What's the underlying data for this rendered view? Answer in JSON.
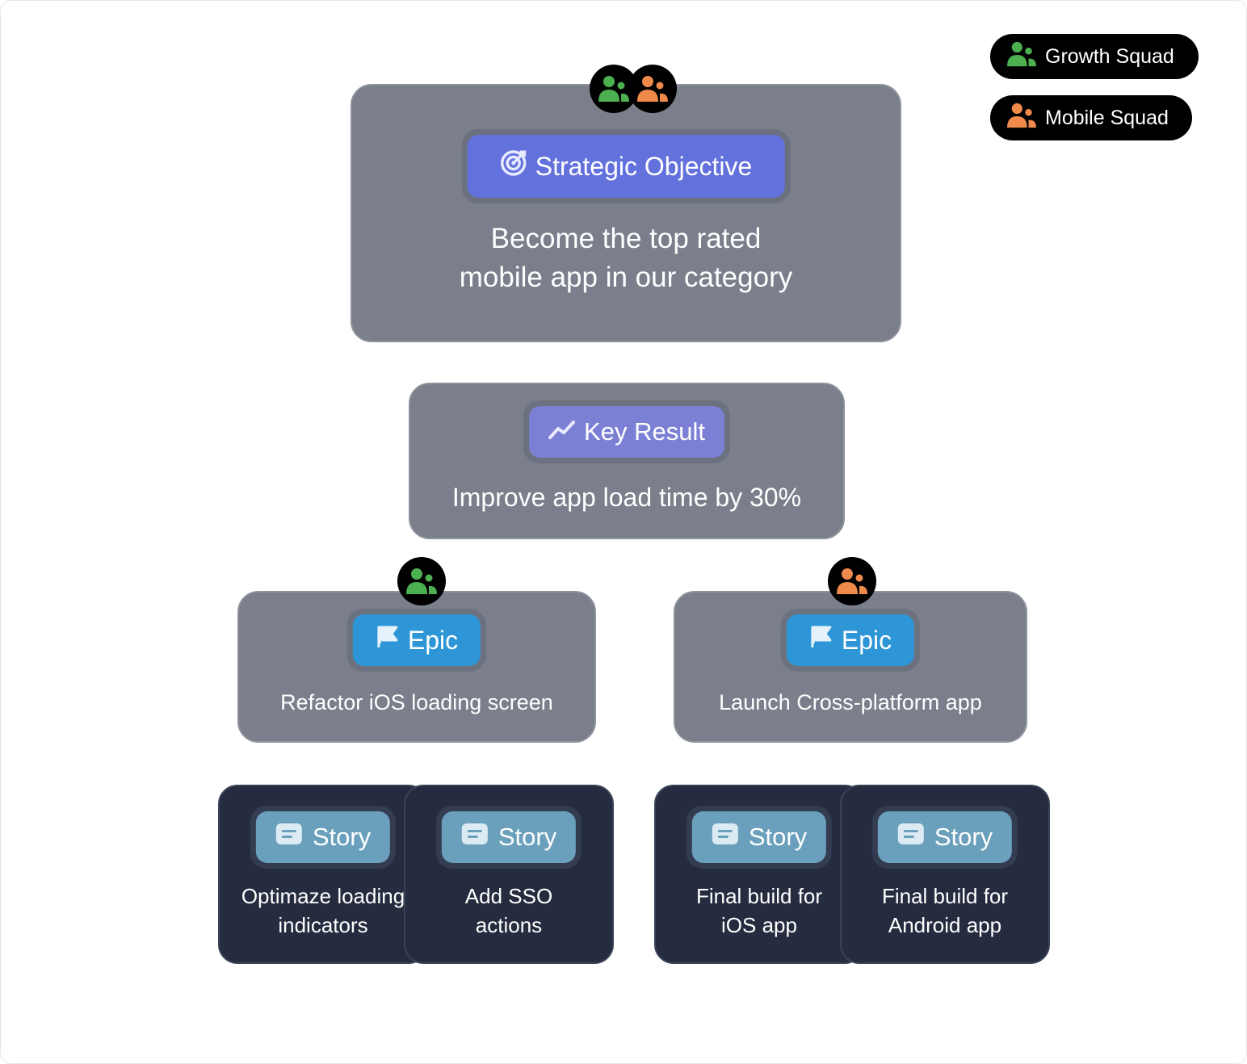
{
  "legend": [
    {
      "label": "Growth Squad",
      "icon": "people-icon",
      "color": "#4caf50"
    },
    {
      "label": "Mobile Squad",
      "icon": "people-icon",
      "color": "#f08a4b"
    }
  ],
  "objective": {
    "label": "Strategic Objective",
    "icon": "target-icon",
    "text_line1": "Become the top rated",
    "text_line2": "mobile app in our category",
    "squads": [
      "Growth Squad",
      "Mobile Squad"
    ]
  },
  "key_result": {
    "label": "Key Result",
    "icon": "trend-icon",
    "text": "Improve app load time by 30%"
  },
  "epics": [
    {
      "label": "Epic",
      "icon": "flag-icon",
      "text": "Refactor iOS loading screen",
      "squad": "Growth Squad"
    },
    {
      "label": "Epic",
      "icon": "flag-icon",
      "text": "Launch Cross-platform app",
      "squad": "Mobile Squad"
    }
  ],
  "stories": [
    {
      "label": "Story",
      "icon": "message-icon",
      "text": "Optimaze loading\nindicators"
    },
    {
      "label": "Story",
      "icon": "message-icon",
      "text": "Add SSO\nactions"
    },
    {
      "label": "Story",
      "icon": "message-icon",
      "text": "Final build for\niOS app"
    },
    {
      "label": "Story",
      "icon": "message-icon",
      "text": "Final build for\nAndroid app"
    }
  ],
  "colors": {
    "growth": "#4caf50",
    "mobile": "#f08a4b",
    "objective_label": "#6371dd",
    "key_result_label": "#7c80d4",
    "epic_label": "#2e96d6",
    "story_label": "#6aa0bc",
    "card_gray": "#7a7f8b",
    "story_dark": "#252c3f"
  }
}
